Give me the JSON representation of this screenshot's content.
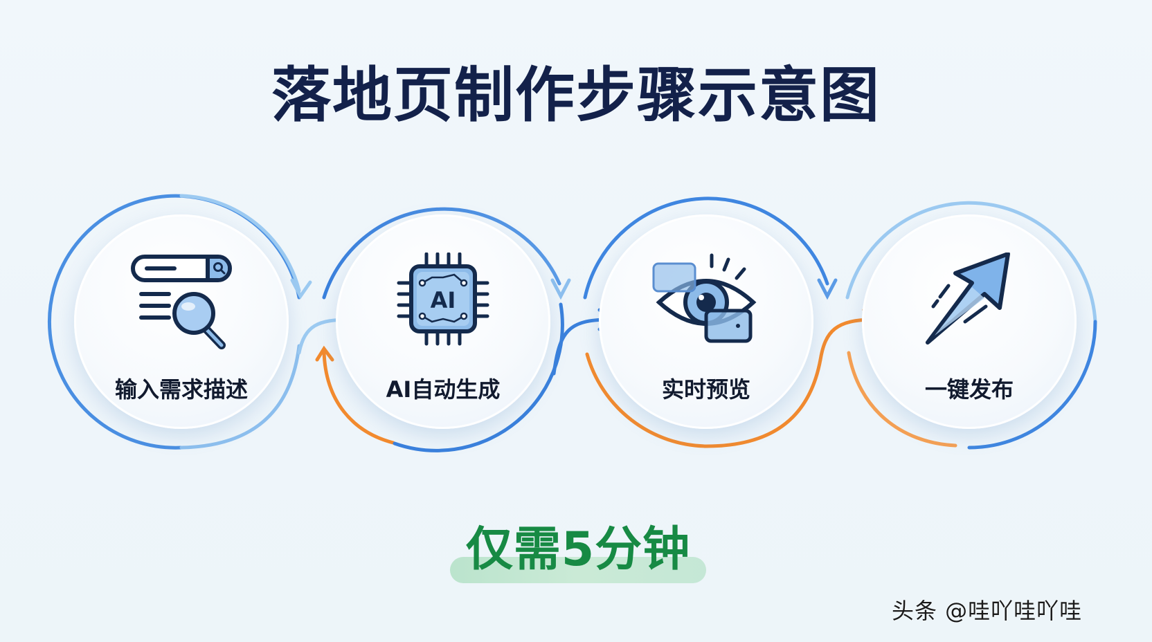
{
  "title": "落地页制作步骤示意图",
  "steps": [
    {
      "label": "输入需求描述",
      "icon": "search-input-magnifier-icon"
    },
    {
      "label": "AI自动生成",
      "icon": "ai-chip-icon",
      "chip_text": "AI"
    },
    {
      "label": "实时预览",
      "icon": "eye-preview-icon"
    },
    {
      "label": "一键发布",
      "icon": "launch-arrow-icon"
    }
  ],
  "badge": {
    "text": "仅需5分钟"
  },
  "watermark": "头条 @哇吖哇吖哇",
  "colors": {
    "title": "#13214a",
    "ring_blue": "#3f86e0",
    "ring_light_blue": "#8fc0ee",
    "ring_orange": "#f28a2e",
    "badge_green": "#178a44",
    "icon_navy": "#142a4c",
    "icon_fill": "#8dbbe9"
  }
}
